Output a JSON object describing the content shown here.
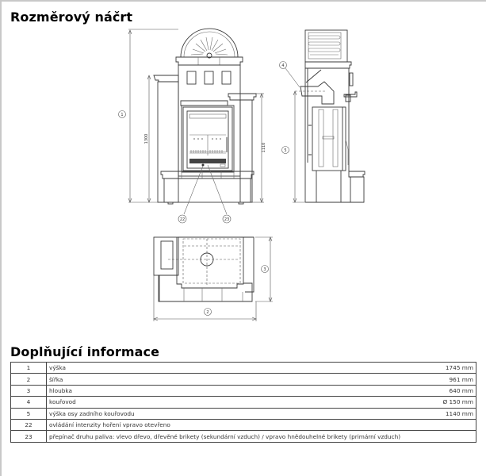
{
  "sections": {
    "sketch_title": "Rozměrový náčrt",
    "info_title": "Doplňující informace"
  },
  "drawing": {
    "front_view": {
      "callout_total_height": "1",
      "dim_left_column": "1300",
      "dim_right_column": "1110",
      "callout_control_left": "22",
      "callout_control_right": "23"
    },
    "side_view": {
      "callout_flue": "4",
      "callout_flue_axis_height": "5"
    },
    "top_view": {
      "callout_width": "2",
      "callout_depth": "3"
    }
  },
  "info_table": {
    "rows": [
      {
        "num": "1",
        "desc": "výška",
        "value": "1745 mm"
      },
      {
        "num": "2",
        "desc": "šířka",
        "value": "961 mm"
      },
      {
        "num": "3",
        "desc": "hloubka",
        "value": "640 mm"
      },
      {
        "num": "4",
        "desc": "kouřovod",
        "value": "Ø 150 mm"
      },
      {
        "num": "5",
        "desc": "výška osy zadního kouřovodu",
        "value": "1140 mm"
      },
      {
        "num": "22",
        "desc": "ovládání intenzity hoření   vpravo otevřeno",
        "value": ""
      },
      {
        "num": "23",
        "desc": "přepínač druhu paliva: vlevo   dřevo, dřevěné brikety (sekundární vzduch) / vpravo   hnědouhelné brikety (primární vzduch)",
        "value": ""
      }
    ]
  }
}
